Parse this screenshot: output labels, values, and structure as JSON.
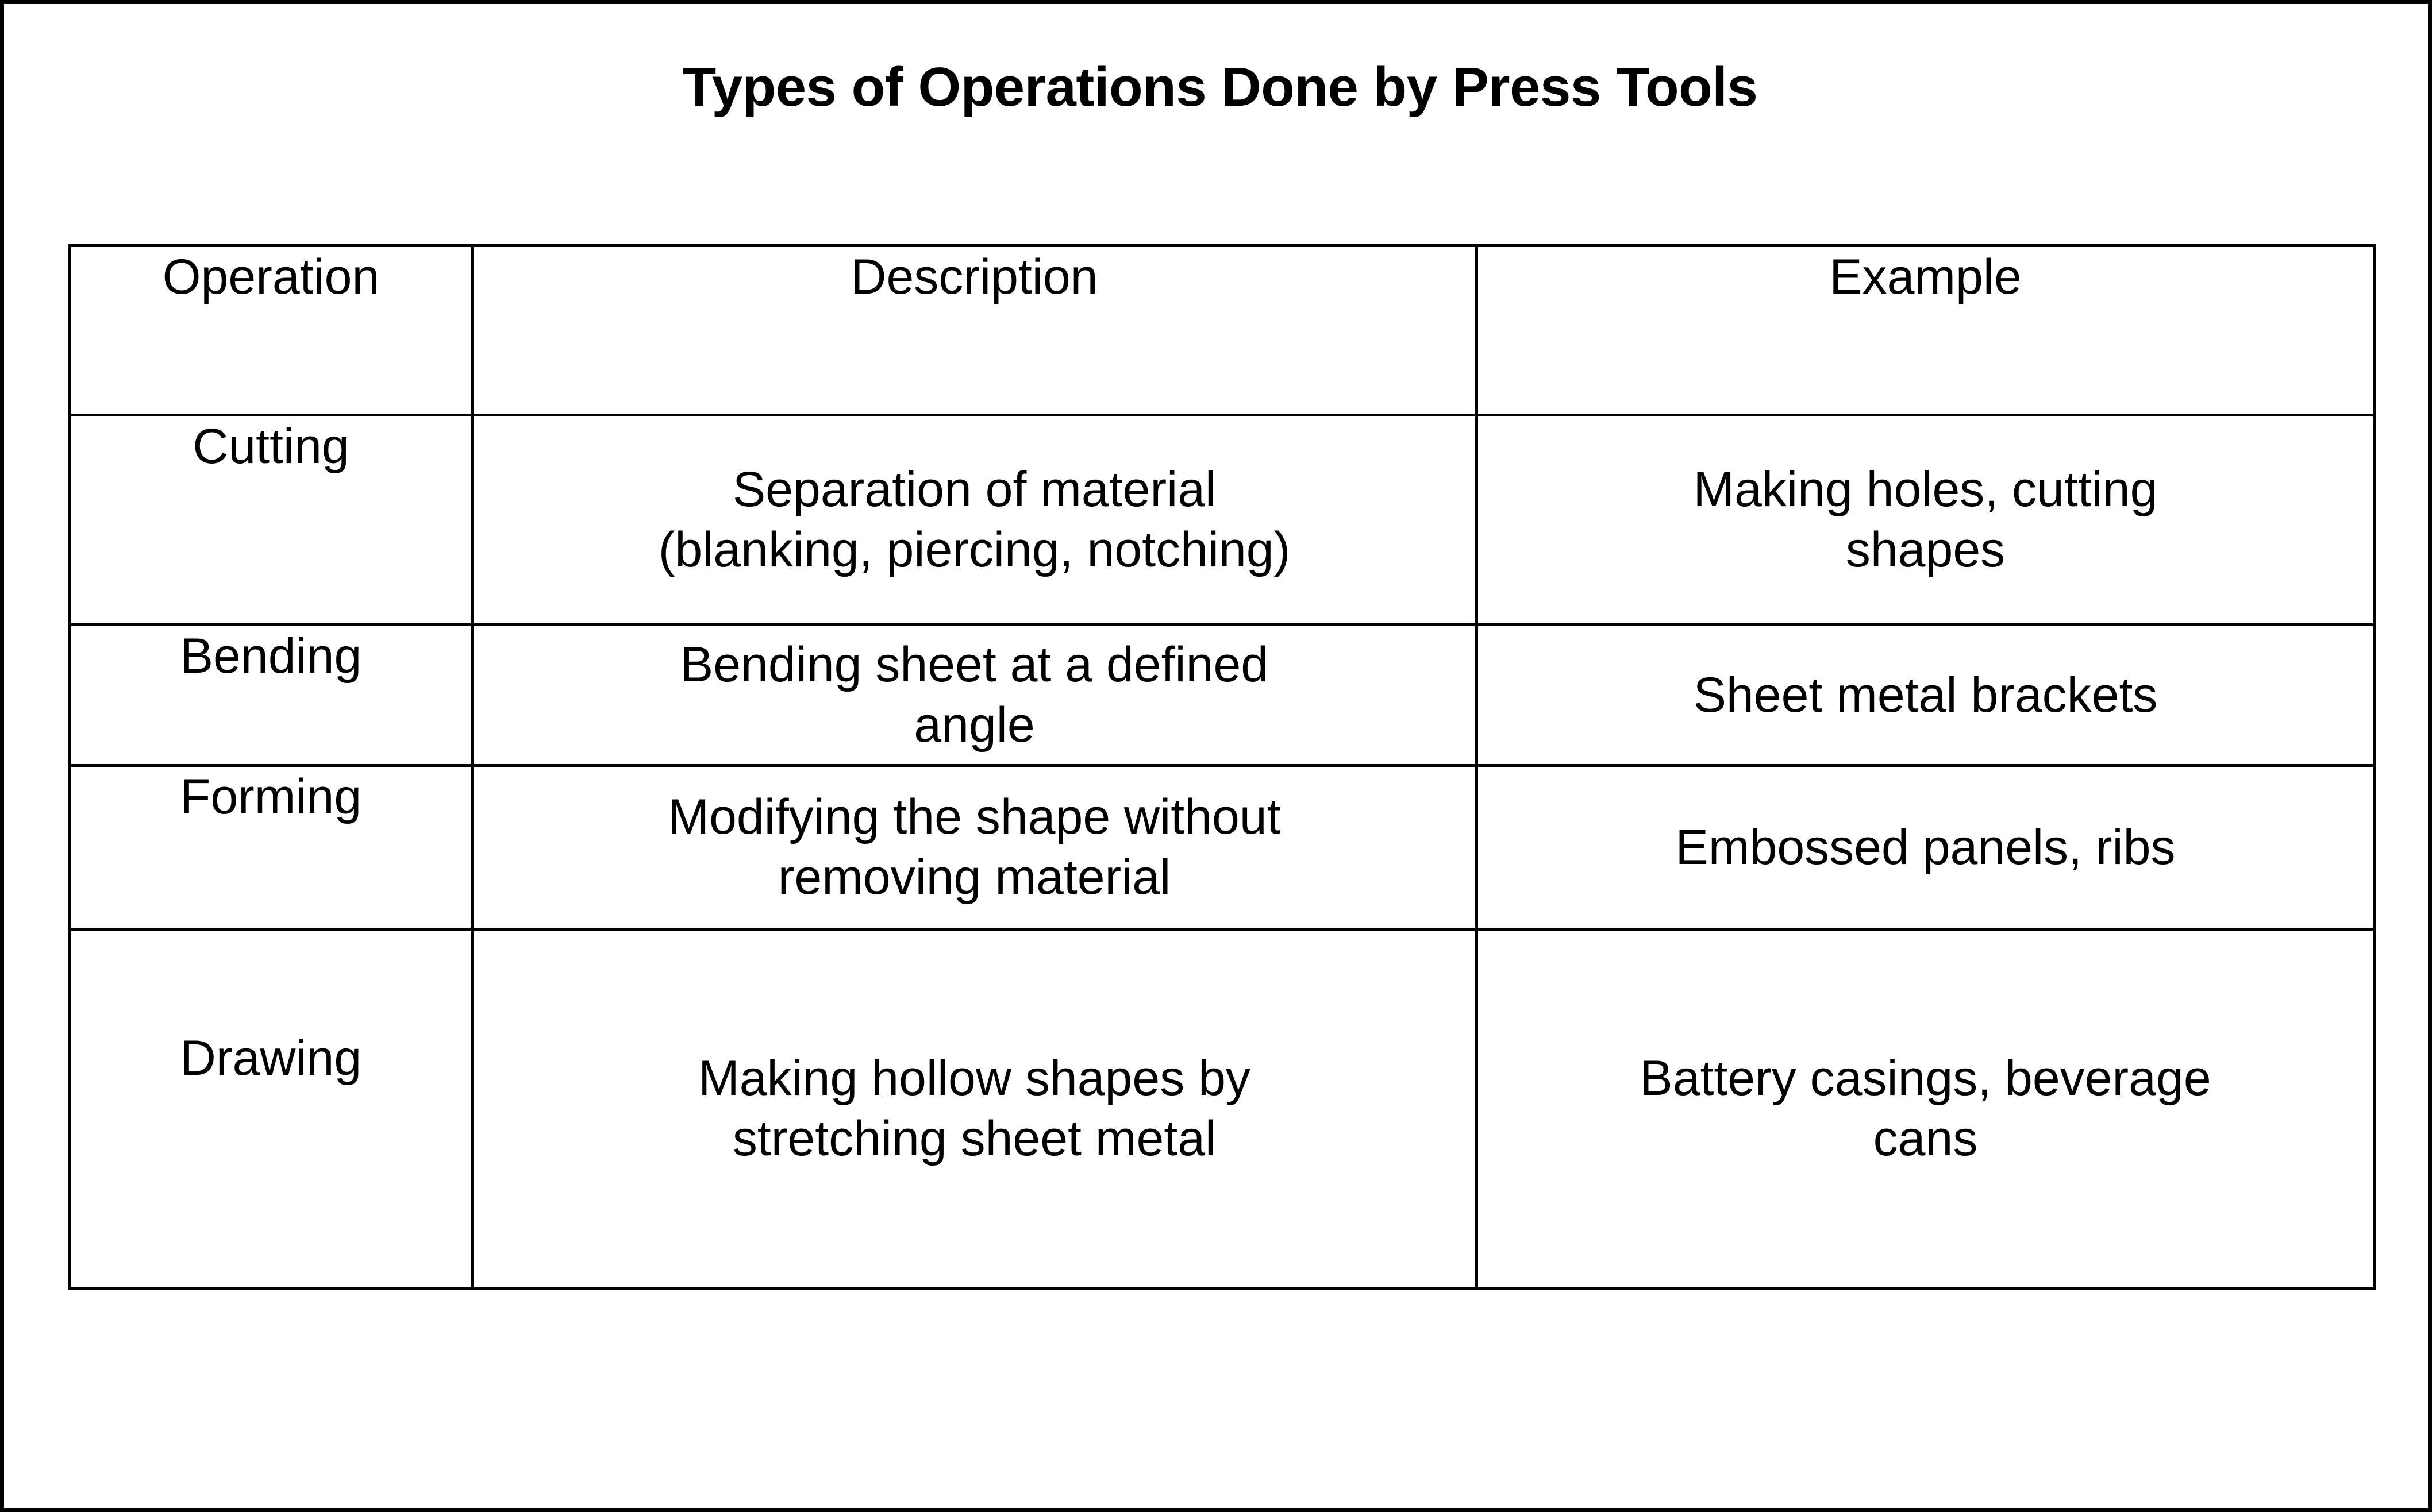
{
  "slide": {
    "title": "Types of Operations Done by Press Tools",
    "background_color": "#ffffff",
    "text_color": "#000000",
    "border_color": "#000000"
  },
  "table": {
    "headers": {
      "operation": "Operation",
      "description": "Description",
      "example": "Example"
    },
    "rows": [
      {
        "operation": "Cutting",
        "description_line1": "Separation of material",
        "description_line2": "(blanking, piercing, notching)",
        "example_line1": "Making holes, cutting",
        "example_line2": "shapes"
      },
      {
        "operation": "Bending",
        "description_line1": "Bending sheet at a defined",
        "description_line2": "angle",
        "example_line1": "Sheet metal brackets",
        "example_line2": ""
      },
      {
        "operation": "Forming",
        "description_line1": "Modifying the shape without",
        "description_line2": "removing material",
        "example_line1": "Embossed panels, ribs",
        "example_line2": ""
      },
      {
        "operation": "Drawing",
        "description_line1": "Making hollow shapes by",
        "description_line2": "stretching sheet metal",
        "example_line1": "Battery casings, beverage",
        "example_line2": "cans"
      }
    ]
  }
}
